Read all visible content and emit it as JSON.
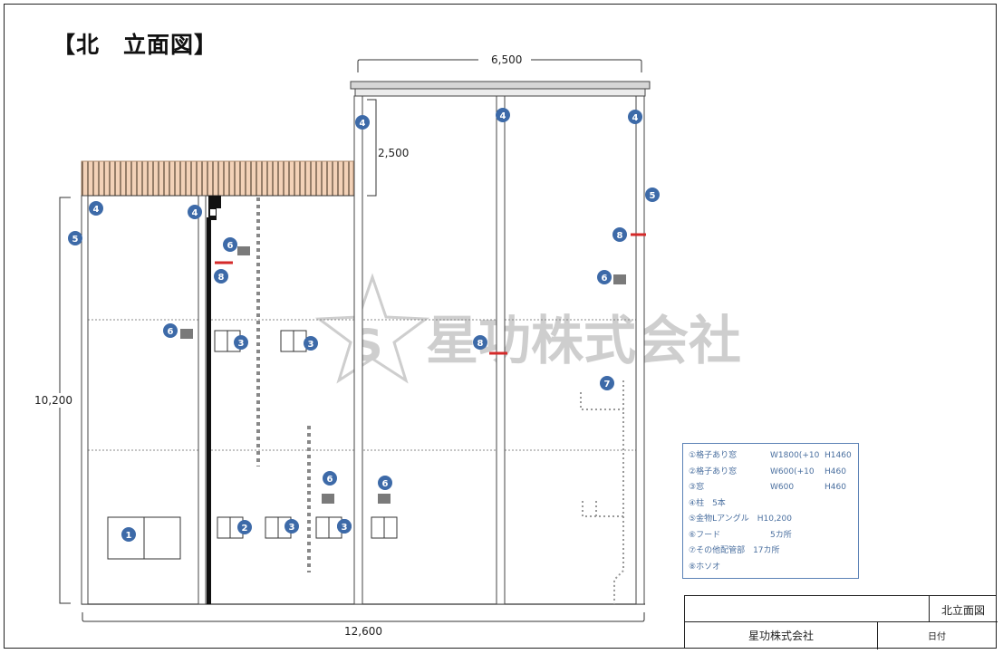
{
  "title": "【北　立面図】",
  "dimensions": {
    "top_width": "6,500",
    "awning_height": "2,500",
    "total_height": "10,200",
    "total_width": "12,600"
  },
  "watermark": {
    "logo_letter": "S",
    "company": "星功株式会社"
  },
  "markers": [
    {
      "label": "1"
    },
    {
      "label": "2"
    },
    {
      "label": "3"
    },
    {
      "label": "3"
    },
    {
      "label": "3"
    },
    {
      "label": "3"
    },
    {
      "label": "3"
    },
    {
      "label": "3"
    },
    {
      "label": "4"
    },
    {
      "label": "4"
    },
    {
      "label": "4"
    },
    {
      "label": "4"
    },
    {
      "label": "4"
    },
    {
      "label": "5"
    },
    {
      "label": "5"
    },
    {
      "label": "6"
    },
    {
      "label": "6"
    },
    {
      "label": "6"
    },
    {
      "label": "6"
    },
    {
      "label": "6"
    },
    {
      "label": "7"
    },
    {
      "label": "8"
    },
    {
      "label": "8"
    },
    {
      "label": "8"
    }
  ],
  "legend": [
    {
      "name": "①格子あり窓",
      "size": "W1800(+10",
      "height": "H1460"
    },
    {
      "name": "②格子あり窓",
      "size": "W600(+10",
      "height": "H460"
    },
    {
      "name": "③窓",
      "size": "W600",
      "height": "H460"
    },
    {
      "name": "④柱　5本",
      "size": "",
      "height": ""
    },
    {
      "name": "⑤金物Lアングル　H10,200",
      "size": "",
      "height": ""
    },
    {
      "name": "⑥フード",
      "size": "5カ所",
      "height": ""
    },
    {
      "name": "⑦その他配管部　17カ所",
      "size": "",
      "height": ""
    },
    {
      "name": "⑧ホソオ",
      "size": "",
      "height": ""
    }
  ],
  "title_block": {
    "drawing_name": "北立面図",
    "company": "星功株式会社",
    "date_label": "日付"
  },
  "colors": {
    "marker_fill": "#3d6aa8",
    "awning": "#f3d2b8",
    "red_mark": "#d42a2a",
    "hood": "#7a7a7a",
    "watermark": "#c9c9c9"
  }
}
